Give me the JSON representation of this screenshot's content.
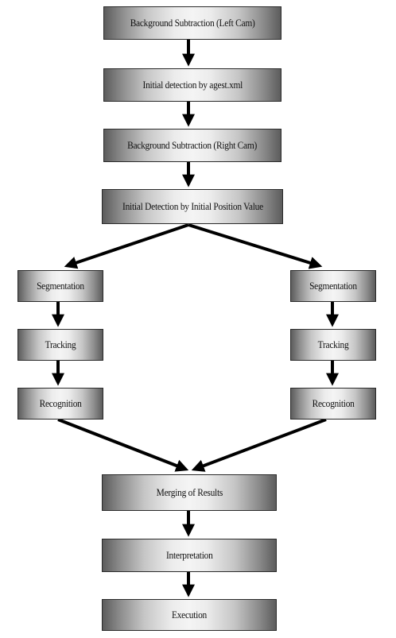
{
  "nodes": {
    "bg_left": "Background Subtraction (Left Cam)",
    "initial_detection_agest": "Initial detection by agest.xml",
    "bg_right": "Background Subtraction (Right Cam)",
    "initial_detection_position": "Initial Detection by Initial Position Value",
    "left_segmentation": "Segmentation",
    "left_tracking": "Tracking",
    "left_recognition": "Recognition",
    "right_segmentation": "Segmentation",
    "right_tracking": "Tracking",
    "right_recognition": "Recognition",
    "merging": "Merging of Results",
    "interpretation": "Interpretation",
    "execution": "Execution"
  },
  "colors": {
    "arrow": "#000000",
    "box_border": "#2a2a2a"
  }
}
